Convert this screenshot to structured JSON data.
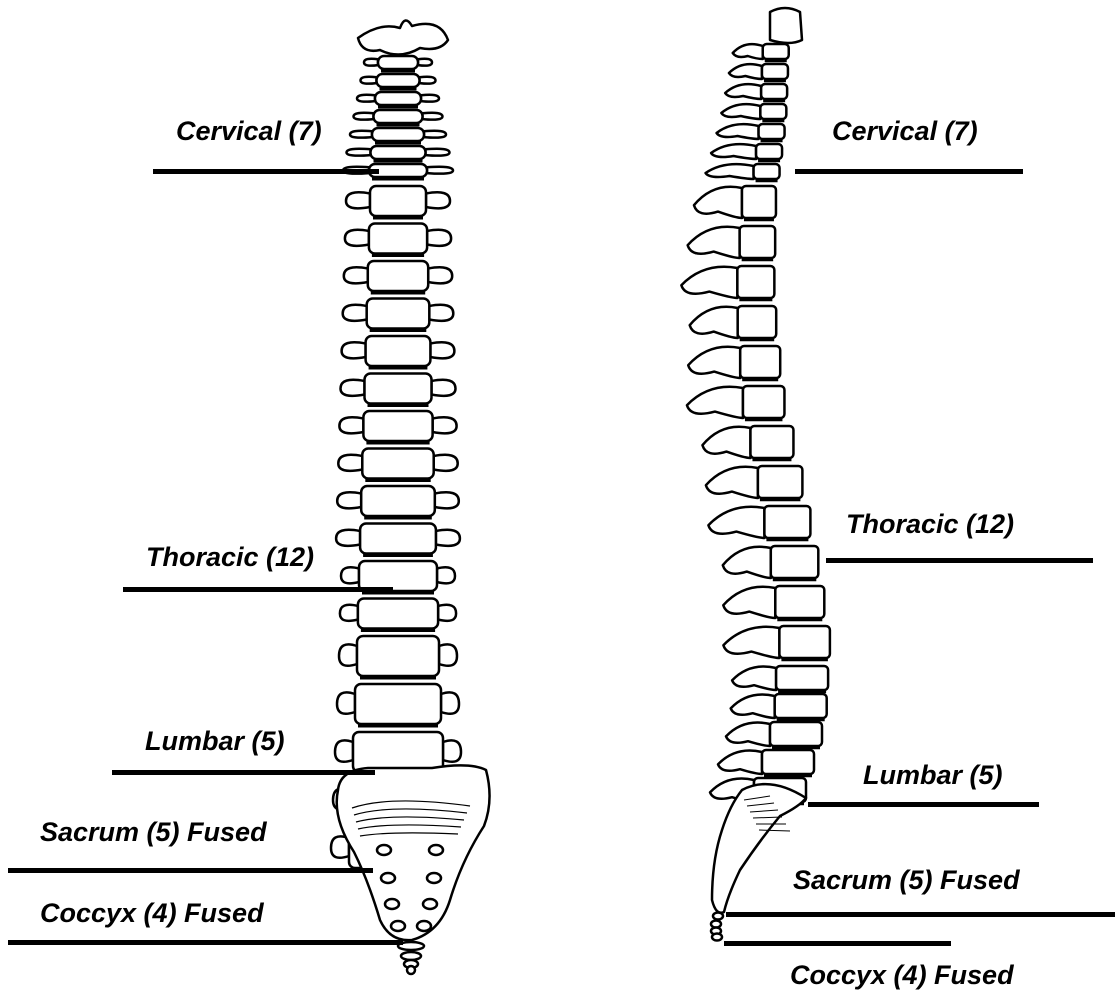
{
  "front_view": {
    "labels": {
      "cervical": "Cervical (7)",
      "thoracic": "Thoracic (12)",
      "lumbar": "Lumbar (5)",
      "sacrum": "Sacrum (5) Fused",
      "coccyx": "Coccyx (4) Fused"
    }
  },
  "side_view": {
    "labels": {
      "cervical": "Cervical (7)",
      "thoracic": "Thoracic (12)",
      "lumbar": "Lumbar (5)",
      "sacrum": "Sacrum (5) Fused",
      "coccyx": "Coccyx (4) Fused"
    }
  },
  "colors": {
    "ink": "#000000",
    "bone_fill": "#ffffff",
    "background": "#ffffff"
  }
}
